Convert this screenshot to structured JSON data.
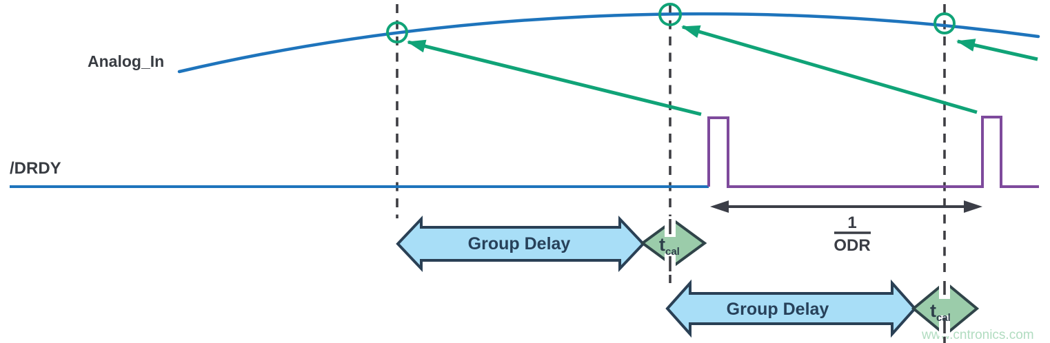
{
  "diagram": {
    "signals": {
      "analog_in": "Analog_In",
      "drdy": "/DRDY"
    },
    "annotations": {
      "group_delay_top": "Group Delay",
      "group_delay_bottom": "Group Delay",
      "tcal_top": {
        "base": "t",
        "sub": "cal"
      },
      "tcal_bottom": {
        "base": "t",
        "sub": "cal"
      },
      "odr_fraction": {
        "numerator": "1",
        "denominator": "ODR"
      }
    },
    "watermark": "www.cntronics.com",
    "colors": {
      "analog_blue": "#1E74BC",
      "sample_green": "#10A377",
      "drdy_purple": "#7E4A9C",
      "dashed_gray": "#3E3E43",
      "odr_arrow_dark": "#3B3E47",
      "group_delay_fill": "#A8DEF7",
      "group_delay_outline": "#2A4055",
      "tcal_fill": "#9BCCAA",
      "tcal_outline": "#304449",
      "label_text": "#383C42",
      "group_delay_text": "#27415A",
      "watermark_green": "#A9D9BA"
    }
  }
}
